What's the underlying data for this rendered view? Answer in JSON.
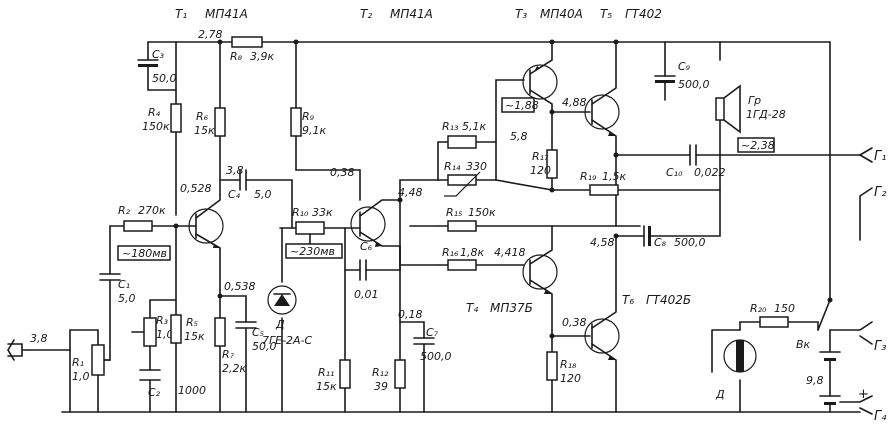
{
  "transistors": {
    "t1": {
      "name": "T₁",
      "type": "МП41А"
    },
    "t2": {
      "name": "T₂",
      "type": "МП41А"
    },
    "t3": {
      "name": "T₃",
      "type": "МП40А"
    },
    "t4": {
      "name": "T₄",
      "type": "МП37Б"
    },
    "t5": {
      "name": "T₅",
      "type": "ГТ402"
    },
    "t6": {
      "name": "T₆",
      "type": "ГТ402Б"
    }
  },
  "resistors": {
    "r1": {
      "name": "R₁",
      "value": "1,0"
    },
    "r2": {
      "name": "R₂",
      "value": "270к"
    },
    "r3": {
      "name": "R₃",
      "value": "1,0"
    },
    "r4": {
      "name": "R₄",
      "value": "150к"
    },
    "r5": {
      "name": "R₅",
      "value": "15к"
    },
    "r6": {
      "name": "R₆",
      "value": "15к"
    },
    "r7": {
      "name": "R₇",
      "value": "2,2к"
    },
    "r8": {
      "name": "R₈",
      "value": "3,9к"
    },
    "r9": {
      "name": "R₉",
      "value": "9,1к"
    },
    "r10": {
      "name": "R₁₀",
      "value": "33к"
    },
    "r11": {
      "name": "R₁₁",
      "value": "15к"
    },
    "r12": {
      "name": "R₁₂",
      "value": "39"
    },
    "r13": {
      "name": "R₁₃",
      "value": "5,1к"
    },
    "r14": {
      "name": "R₁₄",
      "value": "330"
    },
    "r15": {
      "name": "R₁₅",
      "value": "150к"
    },
    "r16": {
      "name": "R₁₆",
      "value": "1,8к"
    },
    "r17": {
      "name": "R₁₇",
      "value": "120"
    },
    "r18": {
      "name": "R₁₈",
      "value": "120"
    },
    "r19": {
      "name": "R₁₉",
      "value": "1,5к"
    },
    "r20": {
      "name": "R₂₀",
      "value": "150"
    }
  },
  "capacitors": {
    "c1": {
      "name": "C₁",
      "value": "5,0"
    },
    "c2": {
      "name": "C₂",
      "value": ""
    },
    "c3": {
      "name": "C₃",
      "value": "50,0"
    },
    "c4": {
      "name": "C₄",
      "value": "5,0"
    },
    "c5": {
      "name": "C₅",
      "value": "50,0"
    },
    "c6": {
      "name": "C₆",
      "value": "0,01"
    },
    "c7": {
      "name": "C₇",
      "value": "500,0"
    },
    "c8": {
      "name": "C₈",
      "value": "500,0"
    },
    "c9": {
      "name": "C₉",
      "value": "500,0"
    },
    "c10": {
      "name": "C₁₀",
      "value": "0,022"
    }
  },
  "voltages": {
    "v_supply": "2,78",
    "v_t1_collector": "0,528",
    "v_t1_emitter": "0,538",
    "v_c4": "3,8",
    "v_t2_base": "0,38",
    "v_t2_collector": "4,48",
    "v_r13": "5,8",
    "v_t3_base": "~1,88",
    "v_t5_base": "4,88",
    "v_out_mid": "4,58",
    "v_t4_base": "4,418",
    "v_t6_base": "0,38",
    "v_t2_emitter": "0,18",
    "v_input": "3,8",
    "v_r1_label_bottom": "1000",
    "v_r2_box": "~180мв",
    "v_r10_box": "~230мв",
    "v_speaker_box": "~2,38",
    "v_battery": "9,8"
  },
  "diode": {
    "name": "Д",
    "type": "7ГЕ-2А-С"
  },
  "speaker": {
    "name": "Гр",
    "type": "1ГД-28"
  },
  "motor": {
    "name": "Д"
  },
  "switch": {
    "name": "Вк"
  },
  "jacks": {
    "g1": "Г₁",
    "g2": "Г₂",
    "g3": "Г₃",
    "g4": "Г₄"
  },
  "plus_sign": "+"
}
